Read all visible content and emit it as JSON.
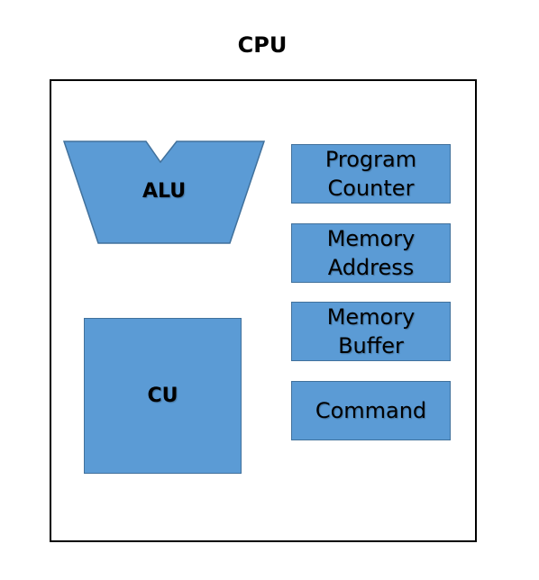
{
  "title": "CPU",
  "colors": {
    "block_fill": "#5b9bd5",
    "block_border": "#41719c",
    "outline": "#000000",
    "text": "#000000"
  },
  "alu": {
    "label": "ALU"
  },
  "cu": {
    "label": "CU"
  },
  "registers": [
    {
      "label": "Program\nCounter"
    },
    {
      "label": "Memory\nAddress"
    },
    {
      "label": "Memory\nBuffer"
    },
    {
      "label": "Command"
    }
  ]
}
